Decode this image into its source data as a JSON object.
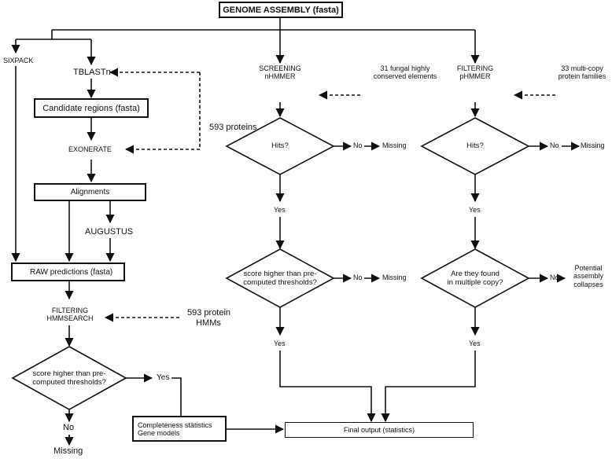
{
  "title": "GENOME ASSEMBLY (fasta)",
  "left": {
    "sixpack": "SIXPACK",
    "tblastn": "TBLASTn",
    "candidate_regions": "Candidate regions (fasta)",
    "proteins": "593 proteins",
    "exonerate": "EXONERATE",
    "alignments": "Alignments",
    "augustus": "AUGUSTUS",
    "raw_predictions": "RAW predictions (fasta)",
    "filtering": "FILTERING",
    "hmmsearch": "HMMSEARCH",
    "protein_hmms_1": "593 protein",
    "protein_hmms_2": "HMMs",
    "decision_1": "score higher than pre-",
    "decision_2": "computed thresholds?",
    "yes": "Yes",
    "no": "No",
    "missing": "Missing",
    "completeness": "Completeness  statistics",
    "gene_models": "Gene models"
  },
  "middle": {
    "screening": "SCREENING",
    "nhmmer": "nHMMER",
    "elements_1": "31 fungal highly",
    "elements_2": "conserved elements",
    "hits": "Hits?",
    "no_1": "No",
    "missing_1": "Missing",
    "yes_1": "Yes",
    "decision_1": "score higher than pre-",
    "decision_2": "computed thresholds?",
    "no_2": "No",
    "missing_2": "Missing",
    "yes_2": "Yes"
  },
  "right": {
    "filtering": "FILTERING",
    "phmmer": "pHMMER",
    "families_1": "33 multi-copy",
    "families_2": "protein families",
    "hits": "Hits?",
    "no_1": "No",
    "missing_1": "Missing",
    "yes_1": "Yes",
    "decision_1": "Are they found",
    "decision_2": "in multiple copy?",
    "no_2": "No",
    "collapse_1": "Potential",
    "collapse_2": "assembly",
    "collapse_3": "collapses",
    "yes_2": "Yes"
  },
  "final_output": "Final output (statistics)"
}
